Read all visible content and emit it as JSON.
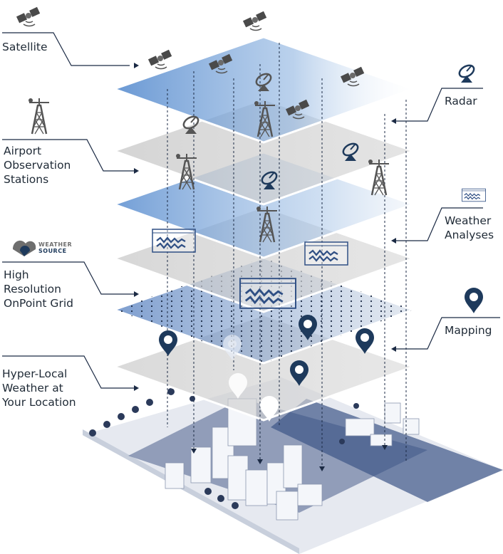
{
  "labels": {
    "satellite": "Satellite",
    "airport": "Airport\nObservation\nStations",
    "high_res": "High\nResolution\nOnPoint Grid",
    "hyper_local": "Hyper-Local\nWeather at\nYour Location",
    "radar": "Radar",
    "weather_analyses": "Weather\nAnalyses",
    "mapping": "Mapping"
  },
  "logo": {
    "line1": "WEATHER",
    "line2": "SOURCE"
  },
  "colors": {
    "navy": "#1e3a5c",
    "blue_layer": "#5b8fcf",
    "gray_layer": "#c9c9c9",
    "city_base": "#3b4f7a",
    "icon_gray": "#6e6e6e"
  },
  "icons": [
    "satellite-icon",
    "radar-dish-icon",
    "observation-tower-icon",
    "weather-chart-icon",
    "map-pin-icon"
  ]
}
